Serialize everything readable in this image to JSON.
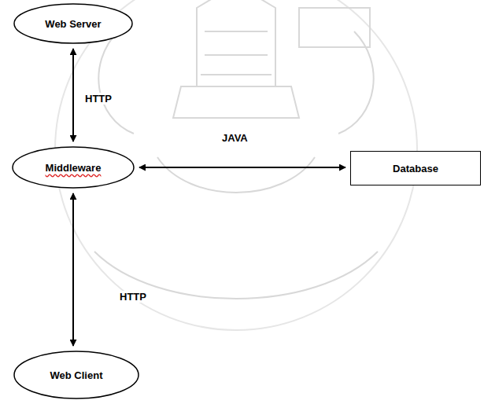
{
  "diagram": {
    "nodes": [
      {
        "text": [
          "Web Server"
        ]
      },
      {
        "text": [
          "Middleware"
        ]
      },
      {
        "text": [
          "Database"
        ]
      },
      {
        "text": [
          "Web Client"
        ]
      }
    ],
    "edges": [
      {
        "from": 0,
        "to": 1,
        "label": "HTTP",
        "arrow": "both"
      },
      {
        "from": 1,
        "to": 2,
        "label": "JAVA",
        "arrow": "both"
      },
      {
        "from": 1,
        "to": 3,
        "label": "HTTP",
        "arrow": "both"
      }
    ]
  }
}
